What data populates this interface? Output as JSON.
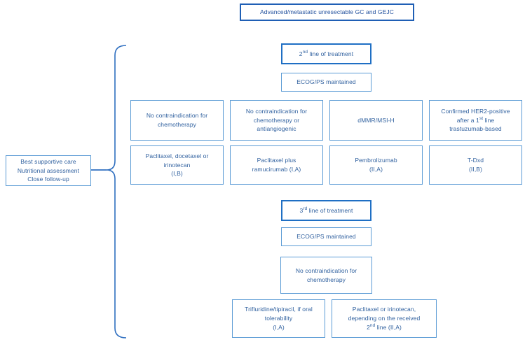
{
  "diagram": {
    "title_box": {
      "label": "Advanced/metastatic unresectable GC and GEJC"
    },
    "second_line": {
      "header": "2nd line of treatment",
      "header_prefix": "2",
      "header_sup": "nd",
      "header_rest": " line of treatment",
      "ecog": "ECOG/PS maintained",
      "conditions": [
        {
          "name": "condition-no-contraindication-chemo",
          "lines": [
            "No contraindication for",
            "chemotherapy"
          ]
        },
        {
          "name": "condition-no-contraindication-chemo-antiangiogenic",
          "lines": [
            "No contraindication for",
            "chemotherapy or",
            "antiangiogenic"
          ]
        },
        {
          "name": "condition-dmmr-msi-h",
          "lines": [
            "dMMR/MSI-H"
          ]
        },
        {
          "name": "condition-her2-positive",
          "lines": [
            "Confirmed HER2-positive",
            "after a 1st line",
            "trastuzumab-based"
          ],
          "sup_line_index": 1,
          "sup_prefix": "after a 1",
          "sup_text": "st",
          "sup_rest": " line"
        }
      ],
      "treatments": [
        {
          "name": "treatment-paclitaxel-docetaxel-irinotecan",
          "lines": [
            "Paclitaxel, docetaxel or",
            "irinotecan",
            "(I,B)"
          ]
        },
        {
          "name": "treatment-paclitaxel-ramucirumab",
          "lines": [
            "Paclitaxel plus",
            "ramucirumab (I,A)"
          ]
        },
        {
          "name": "treatment-pembrolizumab",
          "lines": [
            "Pembrolizumab",
            "(II,A)"
          ]
        },
        {
          "name": "treatment-t-dxd",
          "lines": [
            "T-Dxd",
            "(II,B)"
          ]
        }
      ]
    },
    "third_line": {
      "header": "3rd line of treatment",
      "header_prefix": "3",
      "header_sup": "rd",
      "header_rest": " line of treatment",
      "ecog": "ECOG/PS maintained",
      "condition": {
        "lines": [
          "No contraindication for",
          "chemotherapy"
        ]
      },
      "treatments": [
        {
          "name": "treatment-trifluridine-tipiracil",
          "lines": [
            "Trifluridine/tipiracil, if oral",
            "tolerability",
            "(I,A)"
          ]
        },
        {
          "name": "treatment-paclitaxel-or-irinotecan",
          "lines": [
            "Paclitaxel or irinotecan,",
            "depending on the received",
            "2nd line (II,A)"
          ],
          "sup_line_index": 2,
          "sup_prefix": "2",
          "sup_text": "nd",
          "sup_rest": " line (II,A)"
        }
      ]
    },
    "supportive_care": {
      "lines": [
        "Best supportive care",
        "Nutritional assessment",
        "Close follow-up"
      ]
    },
    "colors": {
      "box_border": "#5b9bd5",
      "header_border": "#1f5fb5",
      "text": "#2e5f9e",
      "connector": "#2f6fc0",
      "background": "#ffffff"
    }
  }
}
